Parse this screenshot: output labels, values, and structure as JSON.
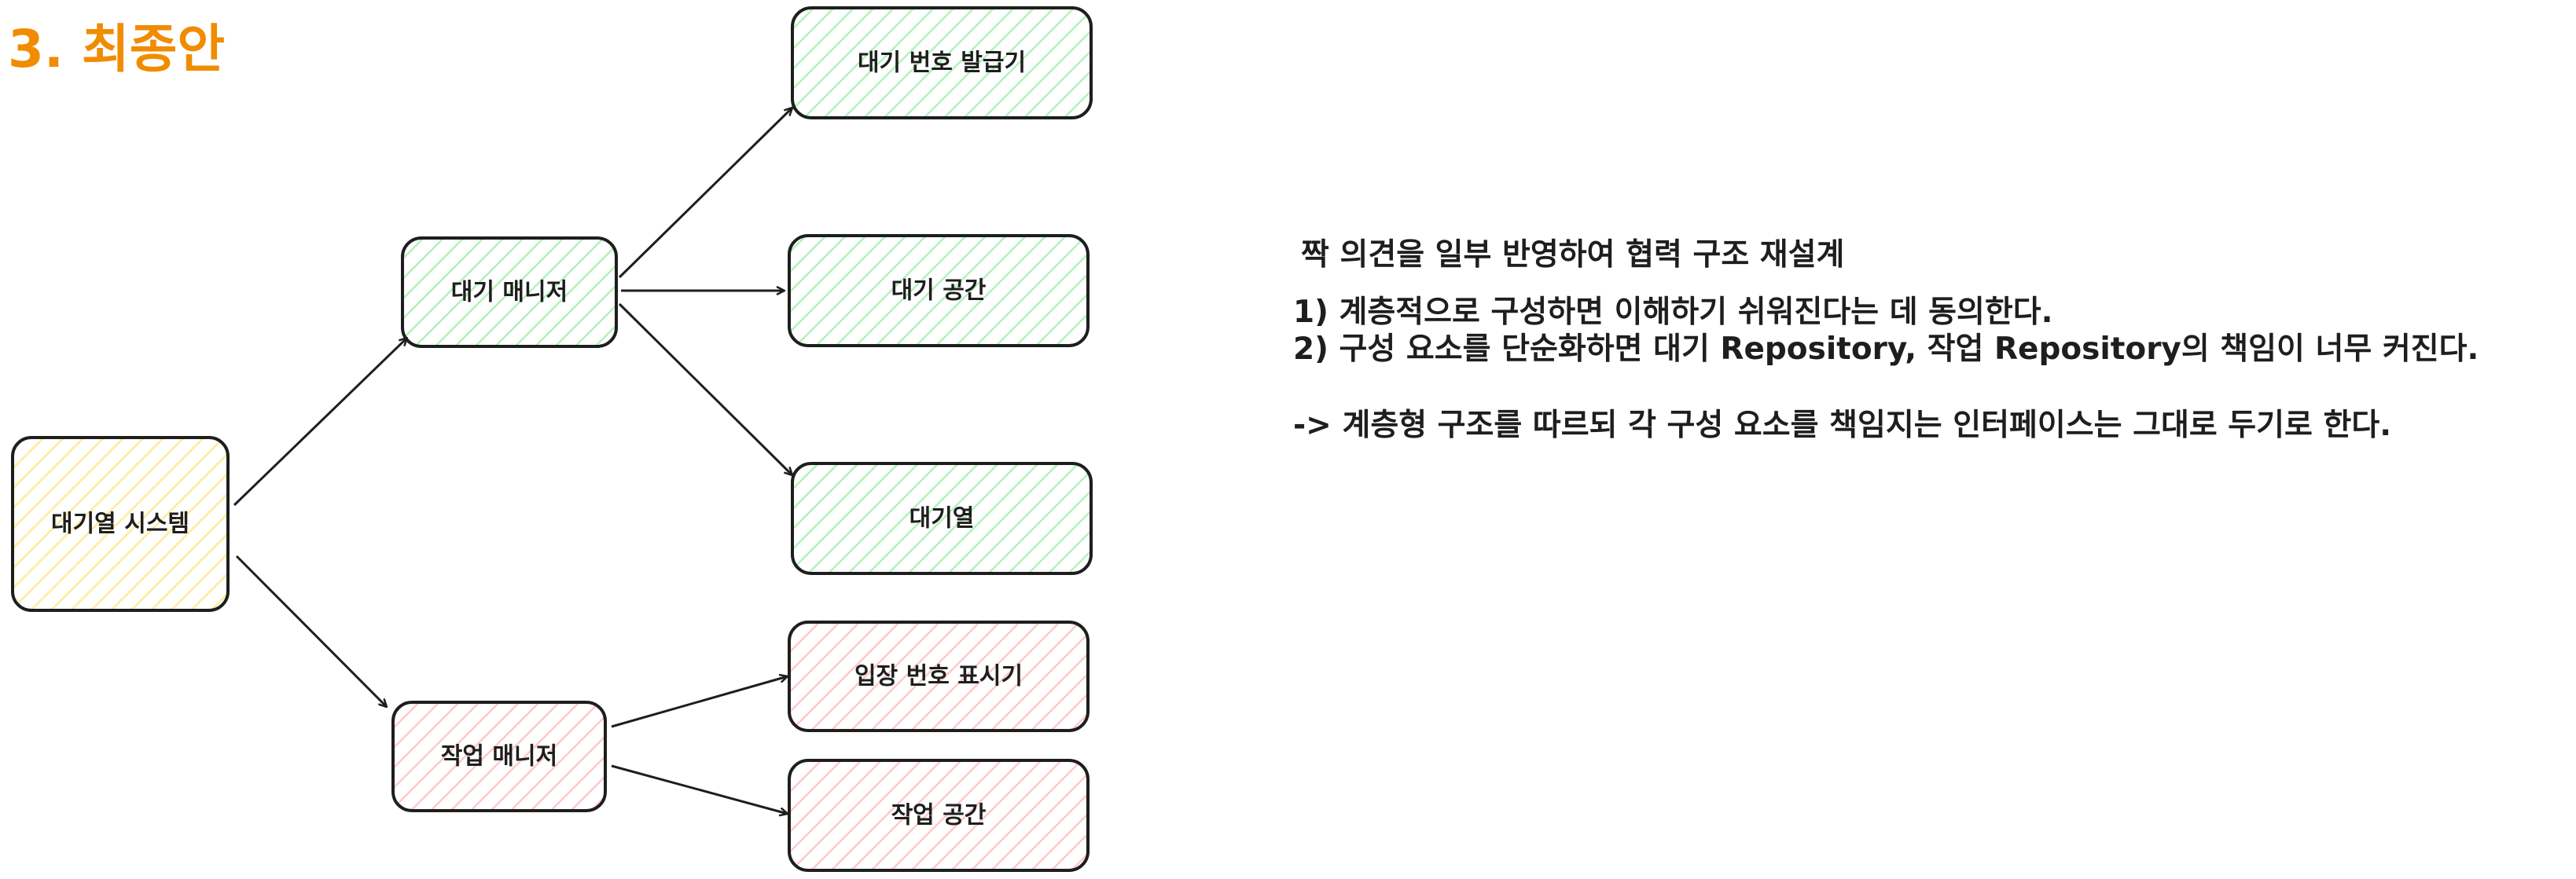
{
  "title": "3. 최종안",
  "diagram": {
    "nodes": {
      "queue_system": "대기열 시스템",
      "wait_manager": "대기 매니저",
      "work_manager": "작업 매니저",
      "ticket_issuer": "대기 번호 발급기",
      "wait_space": "대기 공간",
      "queue": "대기열",
      "entry_display": "입장 번호 표시기",
      "work_space": "작업 공간"
    },
    "colors": {
      "yellow_fill": "#ffec99",
      "green_fill": "#b2f2bb",
      "red_fill": "#ffc9c9",
      "stroke": "#1e1e1e",
      "title": "#f08c00"
    }
  },
  "notes": {
    "heading": "짝 의견을 일부 반영하여 협력 구조 재설계",
    "point1": "1) 계층적으로 구성하면 이해하기 쉬워진다는 데 동의한다.",
    "point2": "2) 구성 요소를 단순화하면 대기 Repository, 작업 Repository의 책임이 너무 커진다.",
    "conclusion": "-> 계층형 구조를 따르되 각 구성 요소를 책임지는 인터페이스는 그대로 두기로 한다."
  }
}
